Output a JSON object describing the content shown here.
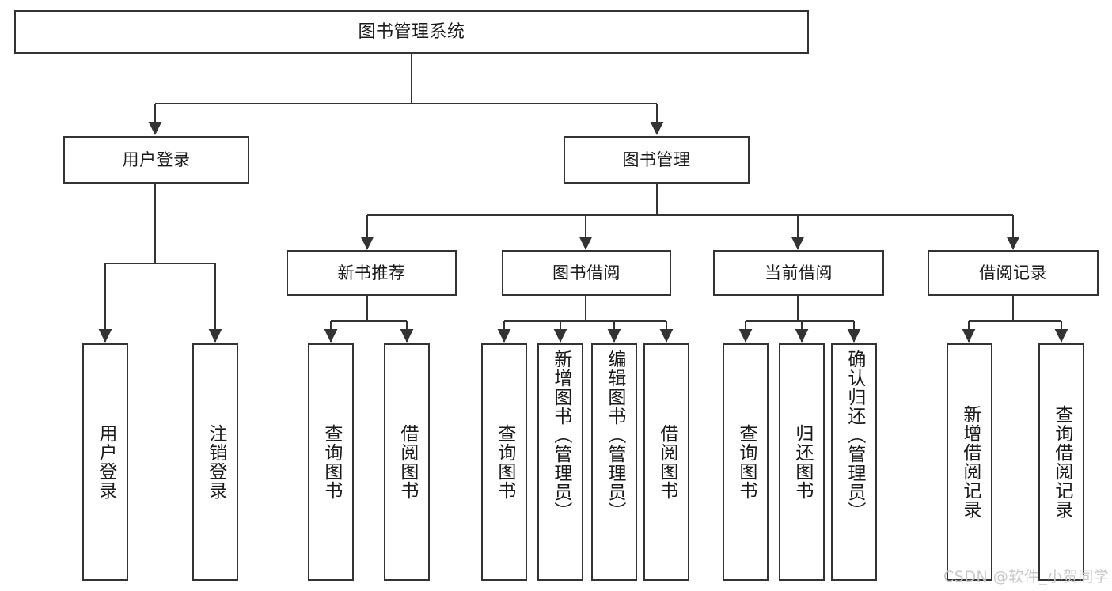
{
  "diagram": {
    "title": "图书管理系统",
    "type": "functional-structure-tree",
    "colors": {
      "node_border": "#333333",
      "node_fill": "#ffffff",
      "edge": "#333333",
      "text": "#1a1a1a",
      "watermark": "#c9c9c9",
      "background": "#ffffff"
    }
  },
  "root": {
    "label": "图书管理系统"
  },
  "level1": [
    {
      "label": "用户登录"
    },
    {
      "label": "图书管理"
    }
  ],
  "level2": [
    {
      "label": "新书推荐"
    },
    {
      "label": "图书借阅"
    },
    {
      "label": "当前借阅"
    },
    {
      "label": "借阅记录"
    }
  ],
  "leaves": {
    "user_login": [
      {
        "label": "用户登录"
      },
      {
        "label": "注销登录"
      }
    ],
    "new_book_recommend": [
      {
        "label": "查询图书"
      },
      {
        "label": "借阅图书"
      }
    ],
    "book_borrow": [
      {
        "label": "查询图书"
      },
      {
        "label": "新增图书（管理员）"
      },
      {
        "label": "编辑图书（管理员）"
      },
      {
        "label": "借阅图书"
      }
    ],
    "current_borrow": [
      {
        "label": "查询图书"
      },
      {
        "label": "归还图书"
      },
      {
        "label": "确认归还（管理员）"
      }
    ],
    "borrow_record": [
      {
        "label": "新增借阅记录"
      },
      {
        "label": "查询借阅记录"
      }
    ]
  },
  "watermark": {
    "text": "CSDN @软件_小贺同学"
  }
}
